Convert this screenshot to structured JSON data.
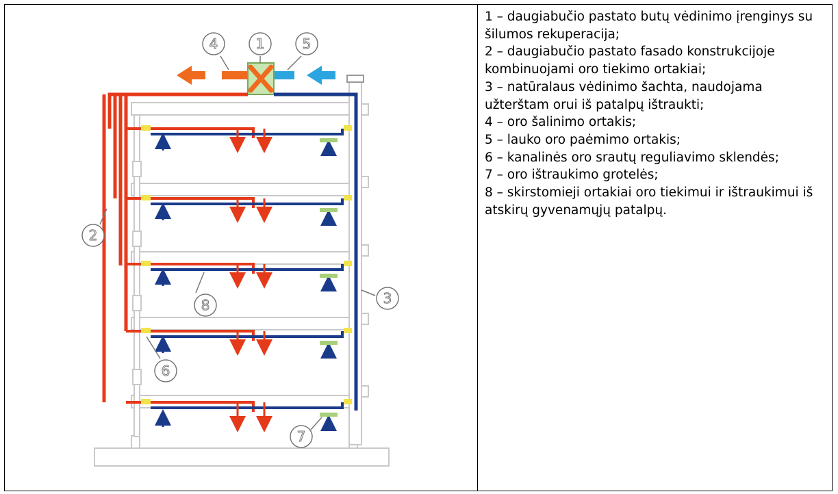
{
  "diagram": {
    "callouts": [
      "1",
      "2",
      "3",
      "4",
      "5",
      "6",
      "7",
      "8"
    ],
    "colors": {
      "supply": "#e53a1a",
      "exhaust_out": "#ef6a1e",
      "extract": "#1a3a8a",
      "intake": "#2aa5e0",
      "walls": "#c9c9c9",
      "damper": "#f3e34a",
      "grille": "#a8cf7a"
    }
  },
  "legend": {
    "items": [
      "1 – daugiabučio pastato butų vėdinimo įrenginys su šilumos rekuperacija;",
      "2 – daugiabučio pastato fasado konstrukcijoje kombinuojami oro tiekimo ortakiai;",
      "3 – natūralaus vėdinimo šachta, naudojama užterštam orui iš patalpų ištraukti;",
      "4 – oro šalinimo ortakis;",
      "5 – lauko oro paėmimo ortakis;",
      "6 – kanalinės oro srautų reguliavimo sklendės;",
      "7 – oro ištraukimo grotelės;",
      "8 – skirstomieji ortakiai oro tiekimui ir ištraukimui iš atskirų gyvenamųjų patalpų."
    ]
  }
}
